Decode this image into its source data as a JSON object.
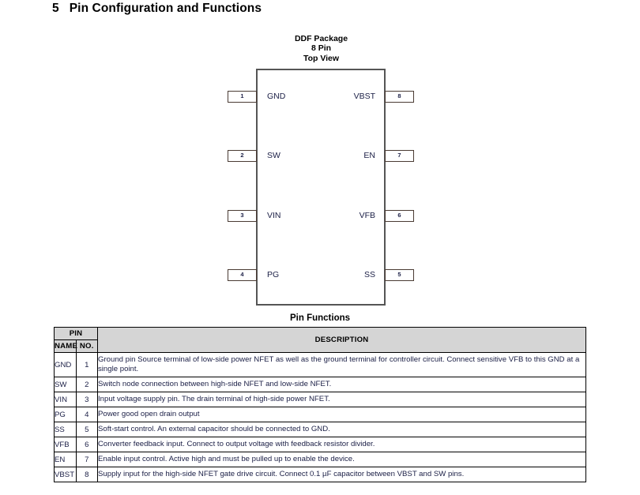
{
  "section": {
    "number": "5",
    "title": "Pin Configuration and Functions"
  },
  "package": {
    "name": "DDF Package",
    "pin_count": "8 Pin",
    "view": "Top View",
    "left_pins": [
      {
        "number": "1",
        "name": "GND"
      },
      {
        "number": "2",
        "name": "SW"
      },
      {
        "number": "3",
        "name": "VIN"
      },
      {
        "number": "4",
        "name": "PG"
      }
    ],
    "right_pins": [
      {
        "number": "8",
        "name": "VBST"
      },
      {
        "number": "7",
        "name": "EN"
      },
      {
        "number": "6",
        "name": "VFB"
      },
      {
        "number": "5",
        "name": "SS"
      }
    ]
  },
  "pin_functions": {
    "caption": "Pin Functions",
    "headers": {
      "group": "PIN",
      "name": "NAME",
      "number": "NO.",
      "description": "DESCRIPTION"
    },
    "rows": [
      {
        "name": "GND",
        "no": "1",
        "description": "Ground pin Source terminal of low-side power NFET as well as the ground terminal for controller circuit. Connect sensitive VFB to this GND at a single point."
      },
      {
        "name": "SW",
        "no": "2",
        "description": "Switch node connection between high-side NFET and low-side NFET."
      },
      {
        "name": "VIN",
        "no": "3",
        "description": "Input voltage supply pin. The drain terminal of high-side power NFET."
      },
      {
        "name": "PG",
        "no": "4",
        "description": "Power good open drain output"
      },
      {
        "name": "SS",
        "no": "5",
        "description": "Soft-start control. An external capacitor should be connected to GND."
      },
      {
        "name": "VFB",
        "no": "6",
        "description": "Converter feedback input. Connect to output voltage with feedback resistor divider."
      },
      {
        "name": "EN",
        "no": "7",
        "description": "Enable input control. Active high and must be pulled up to enable the device."
      },
      {
        "name": "VBST",
        "no": "8",
        "description": "Supply input for the high-side NFET gate drive circuit. Connect 0.1 µF capacitor between VBST and SW pins."
      }
    ]
  },
  "colors": {
    "header_fill": "#d5d5d5",
    "body_outline": "#555555",
    "lead_outline": "#4a3b33",
    "text": "#1b1f46"
  }
}
